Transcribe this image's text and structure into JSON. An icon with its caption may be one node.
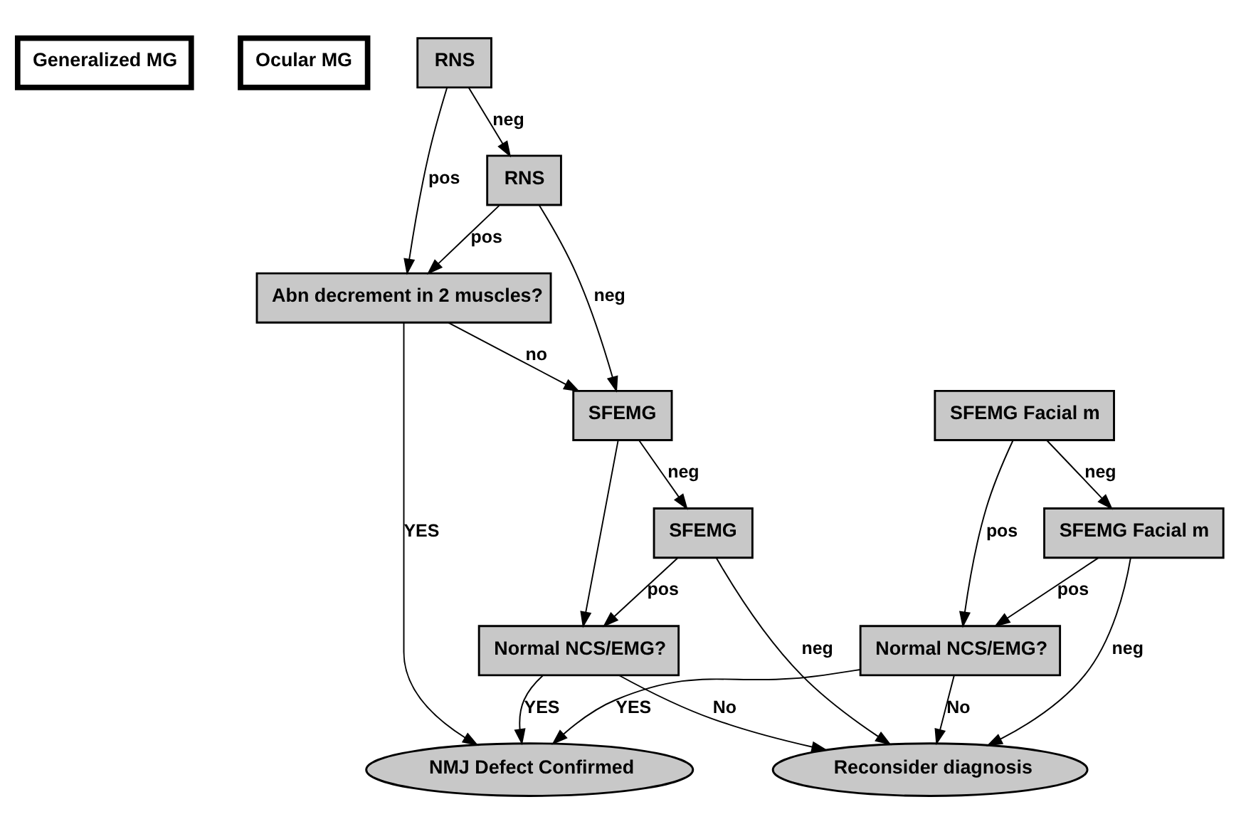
{
  "diagram": {
    "nodes": [
      {
        "text": [
          "Generalized MG"
        ]
      },
      {
        "text": [
          "Ocular MG"
        ]
      },
      {
        "text": [
          "RNS"
        ]
      },
      {
        "text": [
          "Abn decrement in 2 muscles?"
        ]
      },
      {
        "text": [
          "NMJ Defect Confirmed"
        ]
      },
      {
        "text": [
          "Normal NCS/EMG?"
        ]
      },
      {
        "text": [
          "SFEMG Facial m"
        ]
      },
      {
        "text": [
          "RNS"
        ]
      },
      {
        "text": [
          "SFEMG Facial m"
        ]
      },
      {
        "text": [
          "SFEMG"
        ]
      },
      {
        "text": [
          "Normal NCS/EMG?"
        ]
      },
      {
        "text": [
          "SFEMG"
        ]
      },
      {
        "text": [
          "Reconsider diagnosis"
        ]
      }
    ],
    "edges": [
      {
        "from": 2,
        "to": 3,
        "arrow": "to",
        "label": "pos"
      },
      {
        "from": 7,
        "to": 3,
        "arrow": "to",
        "label": "pos"
      },
      {
        "from": 2,
        "to": 7,
        "arrow": "to",
        "label": "neg"
      },
      {
        "from": 7,
        "to": 9,
        "arrow": "to",
        "label": "neg"
      },
      {
        "from": 3,
        "to": 9,
        "arrow": "to",
        "label": "no"
      },
      {
        "from": 3,
        "to": 4,
        "arrow": "to",
        "label": "YES"
      },
      {
        "from": 9,
        "to": 10,
        "arrow": "to"
      },
      {
        "from": 9,
        "to": 11,
        "arrow": "to",
        "label": "neg"
      },
      {
        "from": 11,
        "to": 10,
        "arrow": "to",
        "label": "pos"
      },
      {
        "from": 11,
        "to": 12,
        "arrow": "to",
        "label": "neg"
      },
      {
        "from": 10,
        "to": 4,
        "arrow": "to",
        "label": "YES"
      },
      {
        "from": 10,
        "to": 12,
        "arrow": "to",
        "label": "No"
      },
      {
        "from": 6,
        "to": 5,
        "arrow": "to",
        "label": "pos"
      },
      {
        "from": 6,
        "to": 8,
        "arrow": "to",
        "label": "neg"
      },
      {
        "from": 8,
        "to": 5,
        "arrow": "to",
        "label": "pos"
      },
      {
        "from": 8,
        "to": 12,
        "arrow": "to",
        "label": "neg"
      },
      {
        "from": 5,
        "to": 4,
        "arrow": "to",
        "label": "YES"
      },
      {
        "from": 5,
        "to": 12,
        "arrow": "to",
        "label": "No"
      }
    ]
  }
}
